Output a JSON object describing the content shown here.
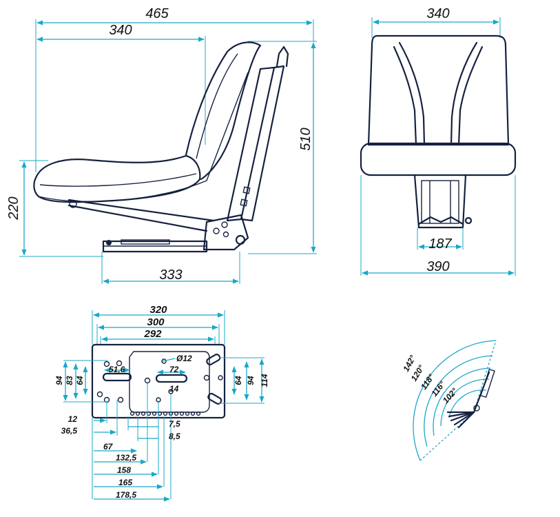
{
  "side_view": {
    "dim_overall_length": "465",
    "dim_seat_length": "340",
    "dim_height": "510",
    "dim_seat_height": "220",
    "dim_base": "333"
  },
  "front_view": {
    "dim_top_width": "340",
    "dim_base_width": "187",
    "dim_overall_width": "390"
  },
  "base_plate": {
    "dim_320": "320",
    "dim_300": "300",
    "dim_292": "292",
    "dim_phi12": "Ø12",
    "dim_51_6": "51,6",
    "dim_72": "72",
    "dim_14": "14",
    "left_94": "94",
    "left_83": "83",
    "left_64": "64",
    "right_64": "64",
    "right_94": "94",
    "right_114": "114",
    "dim_12": "12",
    "dim_36_5": "36,5",
    "dim_7_5": "7,5",
    "dim_8_5": "8,5",
    "dim_67": "67",
    "dim_132_5": "132,5",
    "dim_158": "158",
    "dim_165": "165",
    "dim_178_5": "178,5"
  },
  "angles": {
    "a142": "142°",
    "a120": "120°",
    "a118": "118°",
    "a116": "116°",
    "a102": "102°"
  }
}
